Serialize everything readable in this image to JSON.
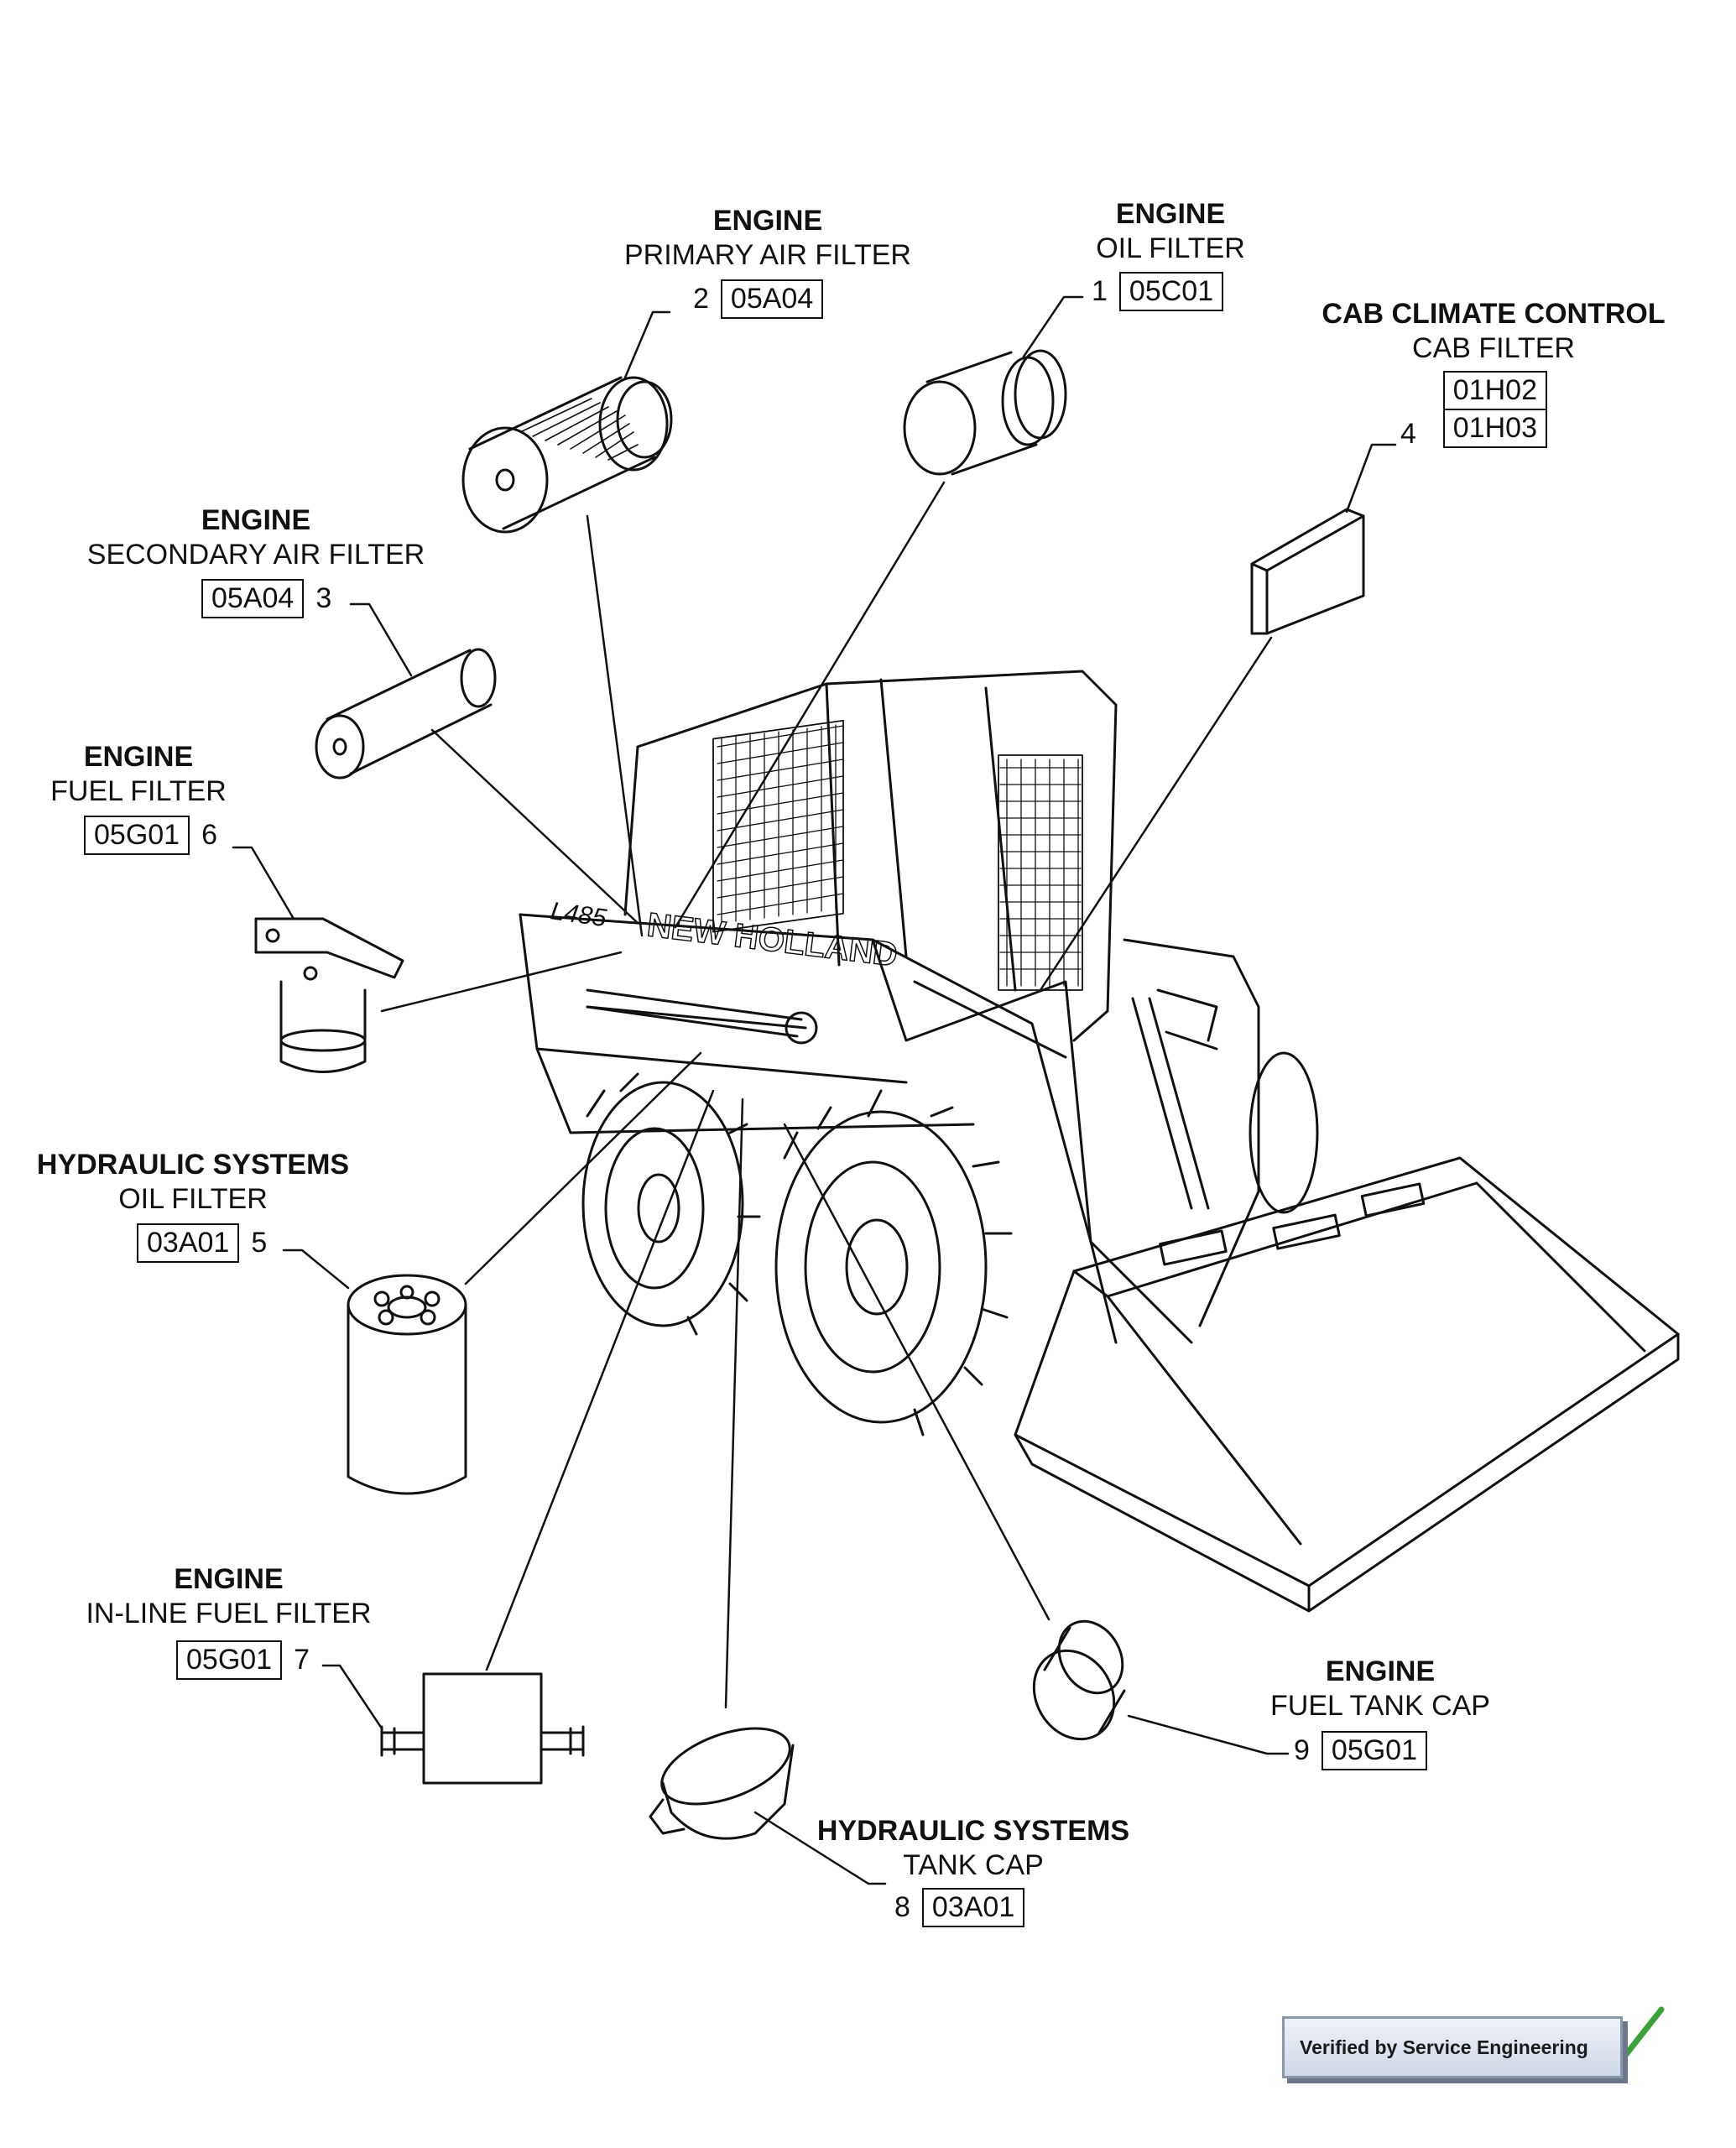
{
  "parts": [
    {
      "id": "primary-air-filter",
      "category": "ENGINE",
      "name": "PRIMARY AIR FILTER",
      "number": "2",
      "codes": [
        "05A04"
      ]
    },
    {
      "id": "oil-filter-engine",
      "category": "ENGINE",
      "name": "OIL FILTER",
      "number": "1",
      "codes": [
        "05C01"
      ]
    },
    {
      "id": "cab-filter",
      "category": "CAB CLIMATE CONTROL",
      "name": "CAB FILTER",
      "number": "4",
      "codes": [
        "01H02",
        "01H03"
      ]
    },
    {
      "id": "secondary-air-filter",
      "category": "ENGINE",
      "name": "SECONDARY AIR FILTER",
      "number": "3",
      "codes": [
        "05A04"
      ]
    },
    {
      "id": "fuel-filter",
      "category": "ENGINE",
      "name": "FUEL FILTER",
      "number": "6",
      "codes": [
        "05G01"
      ]
    },
    {
      "id": "hydraulic-oil-filter",
      "category": "HYDRAULIC SYSTEMS",
      "name": "OIL FILTER",
      "number": "5",
      "codes": [
        "03A01"
      ]
    },
    {
      "id": "inline-fuel-filter",
      "category": "ENGINE",
      "name": "IN-LINE FUEL FILTER",
      "number": "7",
      "codes": [
        "05G01"
      ]
    },
    {
      "id": "fuel-tank-cap",
      "category": "ENGINE",
      "name": "FUEL TANK CAP",
      "number": "9",
      "codes": [
        "05G01"
      ]
    },
    {
      "id": "hydraulic-tank-cap",
      "category": "HYDRAULIC SYSTEMS",
      "name": "TANK CAP",
      "number": "8",
      "codes": [
        "03A01"
      ]
    }
  ],
  "machine": {
    "model": "L485",
    "brand": "NEW HOLLAND"
  },
  "badge": {
    "text": "Verified by Service Engineering"
  },
  "colors": {
    "ink": "#111111",
    "badge_fill": "#dde4ef",
    "check": "#3aa23a"
  }
}
